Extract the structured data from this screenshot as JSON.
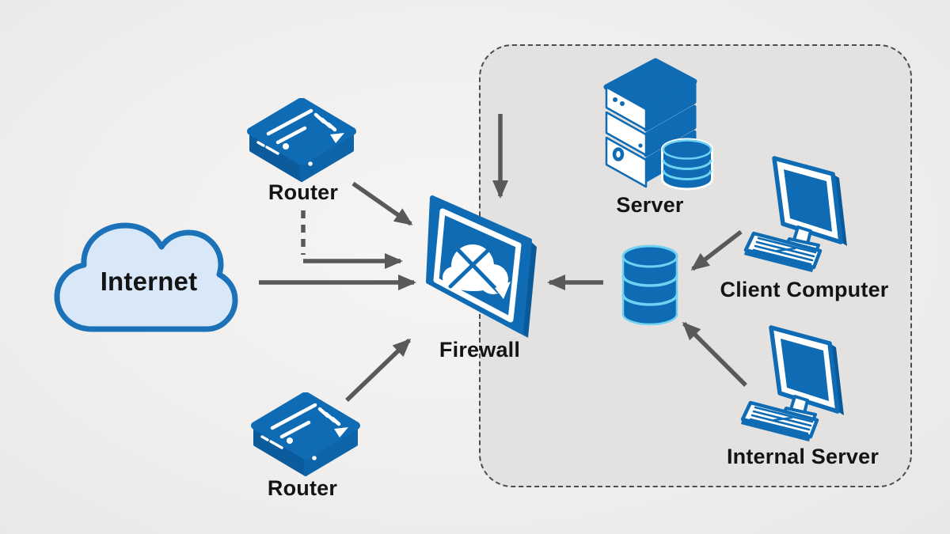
{
  "diagram": {
    "nodes": {
      "internet": {
        "label": "Internet",
        "icon": "cloud-icon"
      },
      "router_top": {
        "label": "Router",
        "icon": "router-icon"
      },
      "router_bottom": {
        "label": "Router",
        "icon": "router-icon"
      },
      "firewall": {
        "label": "Firewall",
        "icon": "firewall-icon"
      },
      "server": {
        "label": "Server",
        "icon": "server-icon"
      },
      "database": {
        "label": "",
        "icon": "database-icon"
      },
      "client_computer": {
        "label": "Client Computer",
        "icon": "computer-icon"
      },
      "internal_server": {
        "label": "Internal Server",
        "icon": "computer-icon"
      }
    },
    "zone": {
      "name": "secure-zone",
      "border_style": "dashed"
    },
    "connections": [
      {
        "from": "router-top",
        "to": "firewall",
        "style": "solid",
        "direction": "to"
      },
      {
        "from": "router-top",
        "to": "firewall",
        "style": "dashed-elbow",
        "direction": "to"
      },
      {
        "from": "internet",
        "to": "firewall",
        "style": "solid",
        "direction": "to"
      },
      {
        "from": "router-bottom",
        "to": "firewall",
        "style": "solid",
        "direction": "to"
      },
      {
        "from": "zone-top",
        "to": "secure-zone",
        "style": "solid",
        "direction": "down"
      },
      {
        "from": "database",
        "to": "firewall",
        "style": "solid",
        "direction": "to"
      },
      {
        "from": "client-computer",
        "to": "database",
        "style": "solid",
        "direction": "to"
      },
      {
        "from": "internal-server",
        "to": "database",
        "style": "solid",
        "direction": "to"
      }
    ],
    "colors": {
      "accent_blue": "#0f6cb4",
      "dark_blue": "#0a5a9a",
      "cyan_edge": "#6fd2f2",
      "cloud_fill": "#d9e8f8",
      "cloud_stroke": "#1b72b8",
      "arrow_gray": "#58595a",
      "zone_fill": "#e3e2e0",
      "zone_border": "#4c4c4c",
      "background": "#f1efed",
      "label_color": "#141414"
    }
  }
}
